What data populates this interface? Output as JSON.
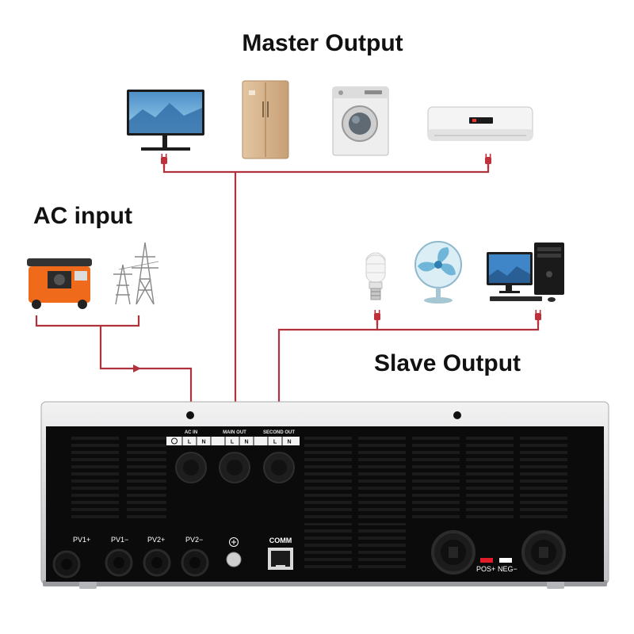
{
  "headings": {
    "master_output": "Master Output",
    "ac_input": "AC input",
    "slave_output": "Slave Output"
  },
  "panel": {
    "ac_in_label": "AC IN",
    "main_out_label": "MAIN OUT",
    "second_out_label": "SECOND OUT",
    "terminal_l": "L",
    "terminal_n": "N",
    "comm_label": "COMM",
    "pv_labels": [
      "PV1+",
      "PV1−",
      "PV2+",
      "PV2−"
    ],
    "pos_label": "POS+",
    "neg_label": "NEG−"
  },
  "colors": {
    "wire": "#b0323c",
    "plug": "#c0303a",
    "panel": "#0b0b0b",
    "frame": "#d2d3d6"
  }
}
